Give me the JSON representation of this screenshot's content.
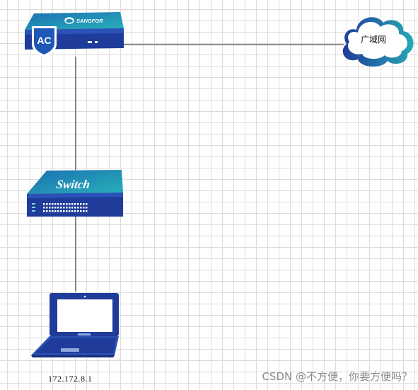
{
  "devices": {
    "ac": {
      "badge": "AC",
      "brand": "SANGFOR"
    },
    "cloud": {
      "label": "广域网"
    },
    "switch": {
      "label": "Switch"
    },
    "laptop": {
      "ip": "172.172.8.1"
    }
  },
  "watermark": "CSDN @不方便，你要方便吗？",
  "colors": {
    "device_top": "#20a0b4",
    "device_front": "#1f3c9a",
    "device_dark": "#162d78",
    "cloud_outline": "#1f3c9a",
    "link": "#222222"
  }
}
